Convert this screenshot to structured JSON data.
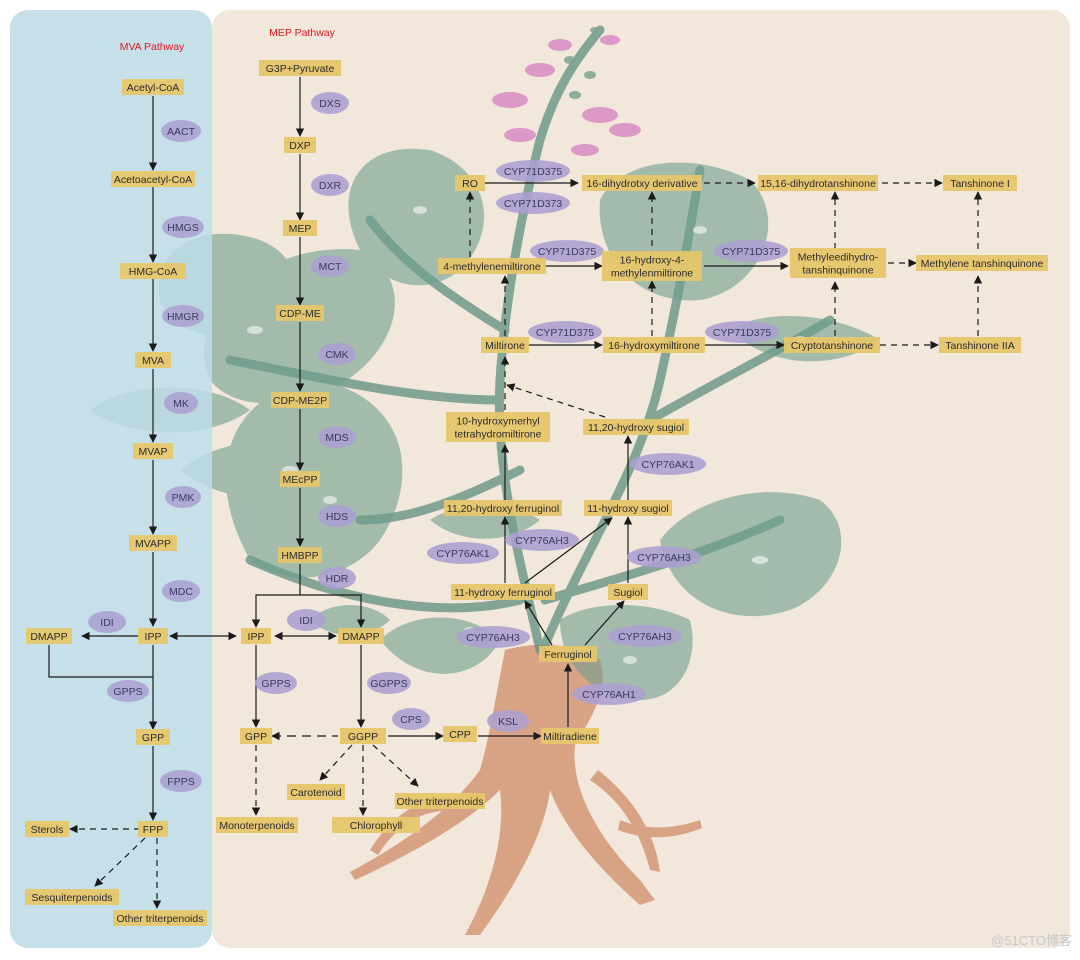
{
  "panels": {
    "mva_title": "MVA Pathway",
    "mep_title": "MEP Pathway"
  },
  "colors": {
    "mva_panel": "#bcdbe5",
    "mep_panel": "#f1e7db",
    "node_fill": "#e6c66c",
    "enzyme_fill": "#ab9fd1",
    "title_red": "#e8141c",
    "leaf": "#6f9e8c",
    "root": "#d69b7c",
    "flower": "#d98bc3"
  },
  "nodes": [
    {
      "id": "acetylcoa",
      "label": "Acetyl-CoA"
    },
    {
      "id": "acetoacetylcoa",
      "label": "Acetoacetyl-CoA"
    },
    {
      "id": "hmgcoa",
      "label": "HMG-CoA"
    },
    {
      "id": "mva",
      "label": "MVA"
    },
    {
      "id": "mvap",
      "label": "MVAP"
    },
    {
      "id": "mvapp",
      "label": "MVAPP"
    },
    {
      "id": "ipp1",
      "label": "IPP"
    },
    {
      "id": "dmapp1",
      "label": "DMAPP"
    },
    {
      "id": "gpp1",
      "label": "GPP"
    },
    {
      "id": "fpp",
      "label": "FPP"
    },
    {
      "id": "sterols",
      "label": "Sterols"
    },
    {
      "id": "sesquiterpenoids",
      "label": "Sesquiterpenoids"
    },
    {
      "id": "othertri1",
      "label": "Other triterpenoids"
    },
    {
      "id": "g3p",
      "label": "G3P+Pyruvate"
    },
    {
      "id": "dxp",
      "label": "DXP"
    },
    {
      "id": "mep",
      "label": "MEP"
    },
    {
      "id": "cdpme",
      "label": "CDP-ME"
    },
    {
      "id": "cdpme2p",
      "label": "CDP-ME2P"
    },
    {
      "id": "mecpp",
      "label": "MEcPP"
    },
    {
      "id": "hmbpp",
      "label": "HMBPP"
    },
    {
      "id": "ipp2",
      "label": "IPP"
    },
    {
      "id": "dmapp2",
      "label": "DMAPP"
    },
    {
      "id": "gpp2",
      "label": "GPP"
    },
    {
      "id": "ggpp",
      "label": "GGPP"
    },
    {
      "id": "cpp",
      "label": "CPP"
    },
    {
      "id": "miltiradiene",
      "label": "Miltiradiene"
    },
    {
      "id": "monoterpenoids",
      "label": "Monoterpenoids"
    },
    {
      "id": "carotenoid",
      "label": "Carotenoid"
    },
    {
      "id": "chlorophyll",
      "label": "Chlorophyll"
    },
    {
      "id": "othertri2",
      "label": "Other triterpenoids"
    },
    {
      "id": "ferruginol",
      "label": "Ferruginol"
    },
    {
      "id": "hferruginol11",
      "label": "11-hydroxy ferruginol"
    },
    {
      "id": "sugiol",
      "label": "Sugiol"
    },
    {
      "id": "hferruginol1120",
      "label": "11,20-hydroxy ferruginol"
    },
    {
      "id": "hsugiol11",
      "label": "11-hydroxy sugiol"
    },
    {
      "id": "tetrahydro_l1",
      "label": "10-hydroxymerhyl"
    },
    {
      "id": "tetrahydro_l2",
      "label": "tetrahydromiltirone"
    },
    {
      "id": "hsugiol1120",
      "label": "11,20-hydroxy sugiol"
    },
    {
      "id": "miltirone",
      "label": "Miltirone"
    },
    {
      "id": "hmiltirone16",
      "label": "16-hydroxymiltirone"
    },
    {
      "id": "cryptotanshinone",
      "label": "Cryptotanshinone"
    },
    {
      "id": "tanshinone2a",
      "label": "Tanshinone IIA"
    },
    {
      "id": "methylenemiltirone",
      "label": "4-methylenemiltirone"
    },
    {
      "id": "hydroxymethylene_l1",
      "label": "16-hydroxy-4-"
    },
    {
      "id": "hydroxymethylene_l2",
      "label": "methylenmiltirone"
    },
    {
      "id": "methyleedihydro_l1",
      "label": "Methyleedihydro-"
    },
    {
      "id": "methyleedihydro_l2",
      "label": "tanshinquinone"
    },
    {
      "id": "methylenetq",
      "label": "Methylene tanshinquinone"
    },
    {
      "id": "ro",
      "label": "RO"
    },
    {
      "id": "dihydrotxy",
      "label": "16-dihydrotxy derivative"
    },
    {
      "id": "dihydrotanshinone",
      "label": "15,16-dihydrotanshinone"
    },
    {
      "id": "tanshinone1",
      "label": "Tanshinone I"
    }
  ],
  "enzymes": [
    {
      "id": "aact",
      "label": "AACT"
    },
    {
      "id": "hmgs",
      "label": "HMGS"
    },
    {
      "id": "hmgr",
      "label": "HMGR"
    },
    {
      "id": "mk",
      "label": "MK"
    },
    {
      "id": "pmk",
      "label": "PMK"
    },
    {
      "id": "mdc",
      "label": "MDC"
    },
    {
      "id": "idi1",
      "label": "IDI"
    },
    {
      "id": "gpps1",
      "label": "GPPS"
    },
    {
      "id": "fpps",
      "label": "FPPS"
    },
    {
      "id": "dxs",
      "label": "DXS"
    },
    {
      "id": "dxr",
      "label": "DXR"
    },
    {
      "id": "mct",
      "label": "MCT"
    },
    {
      "id": "cmk",
      "label": "CMK"
    },
    {
      "id": "mds",
      "label": "MDS"
    },
    {
      "id": "hds",
      "label": "HDS"
    },
    {
      "id": "hdr",
      "label": "HDR"
    },
    {
      "id": "idi2",
      "label": "IDI"
    },
    {
      "id": "gpps2",
      "label": "GPPS"
    },
    {
      "id": "ggpps",
      "label": "GGPPS"
    },
    {
      "id": "cps",
      "label": "CPS"
    },
    {
      "id": "ksl",
      "label": "KSL"
    },
    {
      "id": "cyp76ah1",
      "label": "CYP76AH1"
    },
    {
      "id": "cyp76ah3a",
      "label": "CYP76AH3"
    },
    {
      "id": "cyp76ah3b",
      "label": "CYP76AH3"
    },
    {
      "id": "cyp76ak1a",
      "label": "CYP76AK1"
    },
    {
      "id": "cyp76ah3c",
      "label": "CYP76AH3"
    },
    {
      "id": "cyp76ah3d",
      "label": "CYP76AH3"
    },
    {
      "id": "cyp76ak1b",
      "label": "CYP76AK1"
    },
    {
      "id": "cyp71d375a",
      "label": "CYP71D375"
    },
    {
      "id": "cyp71d375b",
      "label": "CYP71D375"
    },
    {
      "id": "cyp71d375c",
      "label": "CYP71D375"
    },
    {
      "id": "cyp71d375d",
      "label": "CYP71D375"
    },
    {
      "id": "cyp71d375e",
      "label": "CYP71D375"
    },
    {
      "id": "cyp71d373",
      "label": "CYP71D373"
    }
  ],
  "watermark": "@51CTO博客"
}
